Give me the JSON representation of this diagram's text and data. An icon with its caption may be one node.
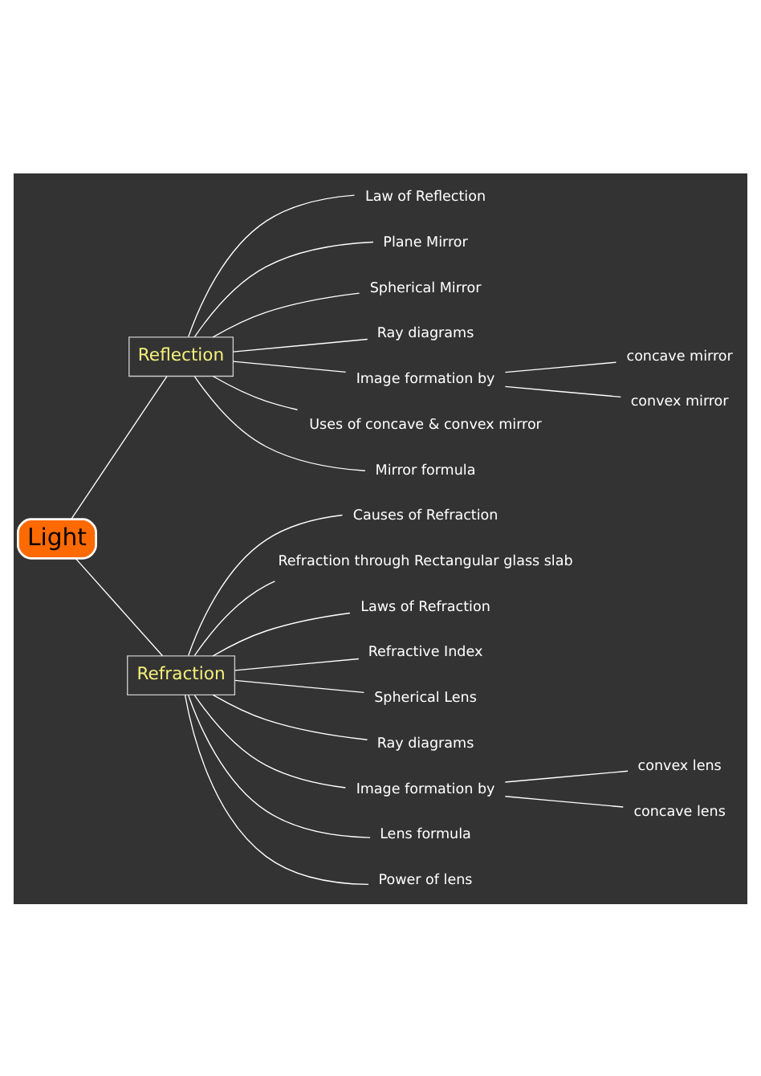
{
  "diagram": {
    "nodes": [
      {
        "text": [
          "Light"
        ]
      },
      {
        "text": [
          "Reflection"
        ]
      },
      {
        "text": [
          "Law of Reflection"
        ]
      },
      {
        "text": [
          "Plane Mirror"
        ]
      },
      {
        "text": [
          "Spherical Mirror"
        ]
      },
      {
        "text": [
          "Ray diagrams"
        ]
      },
      {
        "text": [
          "Image formation by"
        ]
      },
      {
        "text": [
          "concave mirror"
        ]
      },
      {
        "text": [
          "convex mirror"
        ]
      },
      {
        "text": [
          "Uses of concave & convex mirror"
        ]
      },
      {
        "text": [
          "Mirror formula"
        ]
      },
      {
        "text": [
          "Refraction"
        ]
      },
      {
        "text": [
          "Causes of Refraction"
        ]
      },
      {
        "text": [
          "Refraction through Rectangular glass slab"
        ]
      },
      {
        "text": [
          "Laws of Refraction"
        ]
      },
      {
        "text": [
          "Refractive Index"
        ]
      },
      {
        "text": [
          "Spherical Lens"
        ]
      },
      {
        "text": [
          "Ray diagrams"
        ]
      },
      {
        "text": [
          "Image formation by"
        ]
      },
      {
        "text": [
          "convex lens"
        ]
      },
      {
        "text": [
          "concave lens"
        ]
      },
      {
        "text": [
          "Lens formula"
        ]
      },
      {
        "text": [
          "Power of lens"
        ]
      }
    ],
    "edges": [
      {
        "from": 0,
        "to": 1,
        "arrow": "none"
      },
      {
        "from": 1,
        "to": 2,
        "arrow": "none"
      },
      {
        "from": 1,
        "to": 3,
        "arrow": "none"
      },
      {
        "from": 1,
        "to": 4,
        "arrow": "none"
      },
      {
        "from": 1,
        "to": 5,
        "arrow": "none"
      },
      {
        "from": 1,
        "to": 6,
        "arrow": "none"
      },
      {
        "from": 6,
        "to": 7,
        "arrow": "none"
      },
      {
        "from": 6,
        "to": 8,
        "arrow": "none"
      },
      {
        "from": 1,
        "to": 9,
        "arrow": "none"
      },
      {
        "from": 1,
        "to": 10,
        "arrow": "none"
      },
      {
        "from": 0,
        "to": 11,
        "arrow": "none"
      },
      {
        "from": 11,
        "to": 12,
        "arrow": "none"
      },
      {
        "from": 11,
        "to": 13,
        "arrow": "none"
      },
      {
        "from": 11,
        "to": 14,
        "arrow": "none"
      },
      {
        "from": 11,
        "to": 15,
        "arrow": "none"
      },
      {
        "from": 11,
        "to": 16,
        "arrow": "none"
      },
      {
        "from": 11,
        "to": 17,
        "arrow": "none"
      },
      {
        "from": 11,
        "to": 18,
        "arrow": "none"
      },
      {
        "from": 18,
        "to": 19,
        "arrow": "none"
      },
      {
        "from": 18,
        "to": 20,
        "arrow": "none"
      },
      {
        "from": 11,
        "to": 21,
        "arrow": "none"
      },
      {
        "from": 11,
        "to": 22,
        "arrow": "none"
      }
    ]
  }
}
